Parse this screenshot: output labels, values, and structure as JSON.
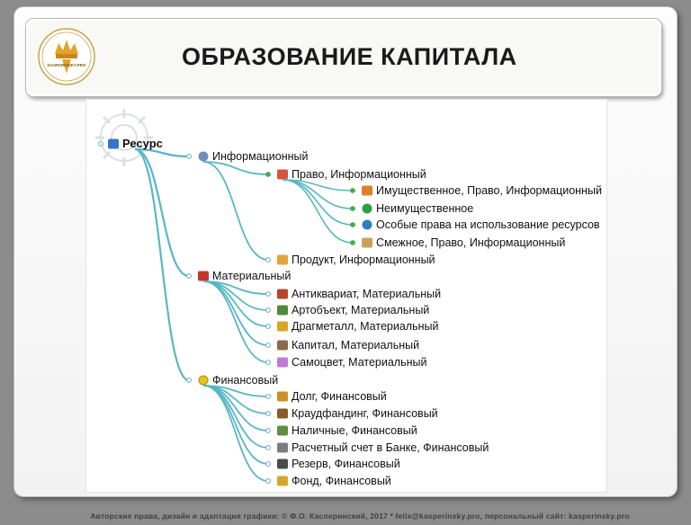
{
  "slide": {
    "title": "ОБРАЗОВАНИЕ КАПИТАЛА",
    "logo_text": "KASPARINSKY.PRO",
    "footer": "Авторские права, дизайн и адаптация графики: © Ф.О. Касперинский, 2017 * felix@kasperinsky.pro, персональный сайт: kasperinsky.pro"
  },
  "diagram": {
    "root": {
      "label": "Ресурс",
      "icon": "books-icon"
    },
    "branches": [
      {
        "label": "Информационный",
        "icon": "info-icon",
        "children": [
          {
            "label": "Право, Информационный",
            "icon": "handshake-icon",
            "children": [
              {
                "label": "Имущественное, Право, Информационный",
                "icon": "tag-icon"
              },
              {
                "label": "Неимущественное",
                "icon": "checkmark-icon"
              },
              {
                "label": "Особые права на использование ресурсов",
                "icon": "globe-icon"
              },
              {
                "label": "Смежное, Право, Информационный",
                "icon": "people-icon"
              }
            ]
          },
          {
            "label": "Продукт, Информационный",
            "icon": "box-icon"
          }
        ]
      },
      {
        "label": "Материальный",
        "icon": "crab-icon",
        "children": [
          {
            "label": "Антиквариат, Материальный",
            "icon": "crown-icon"
          },
          {
            "label": "Артобъект, Материальный",
            "icon": "painting-icon"
          },
          {
            "label": "Драгметалл, Материальный",
            "icon": "gold-bars-icon"
          },
          {
            "label": "Капитал, Материальный",
            "icon": "house-icon"
          },
          {
            "label": "Самоцвет, Материальный",
            "icon": "gem-icon"
          }
        ]
      },
      {
        "label": "Финансовый",
        "icon": "sun-icon",
        "children": [
          {
            "label": "Долг, Финансовый",
            "icon": "moneybag-icon"
          },
          {
            "label": "Краудфандинг, Финансовый",
            "icon": "wallet-icon"
          },
          {
            "label": "Наличные, Финансовый",
            "icon": "cash-icon"
          },
          {
            "label": "Расчетный счет в Банке, Финансовый",
            "icon": "bank-icon"
          },
          {
            "label": "Резерв, Финансовый",
            "icon": "safe-icon"
          },
          {
            "label": "Фонд, Финансовый",
            "icon": "coins-icon"
          }
        ]
      }
    ]
  }
}
